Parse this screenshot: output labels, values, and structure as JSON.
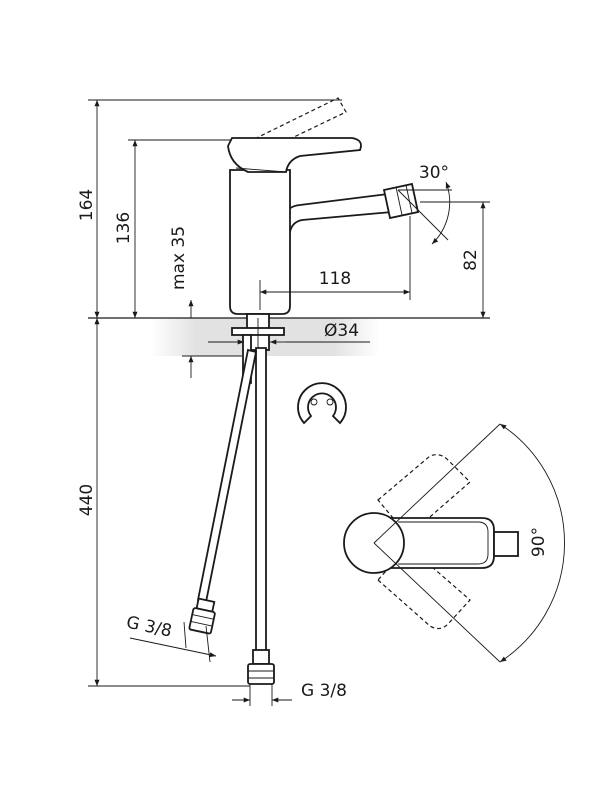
{
  "dimensions": {
    "total_height": "164",
    "lever_height": "136",
    "max_thickness": "max 35",
    "spout_reach": "118",
    "spout_height": "82",
    "spout_angle": "30°",
    "hole_diameter": "Ø34",
    "hose_length": "440",
    "thread_left": "G 3/8",
    "thread_right": "G 3/8",
    "lever_rotation": "90°"
  }
}
